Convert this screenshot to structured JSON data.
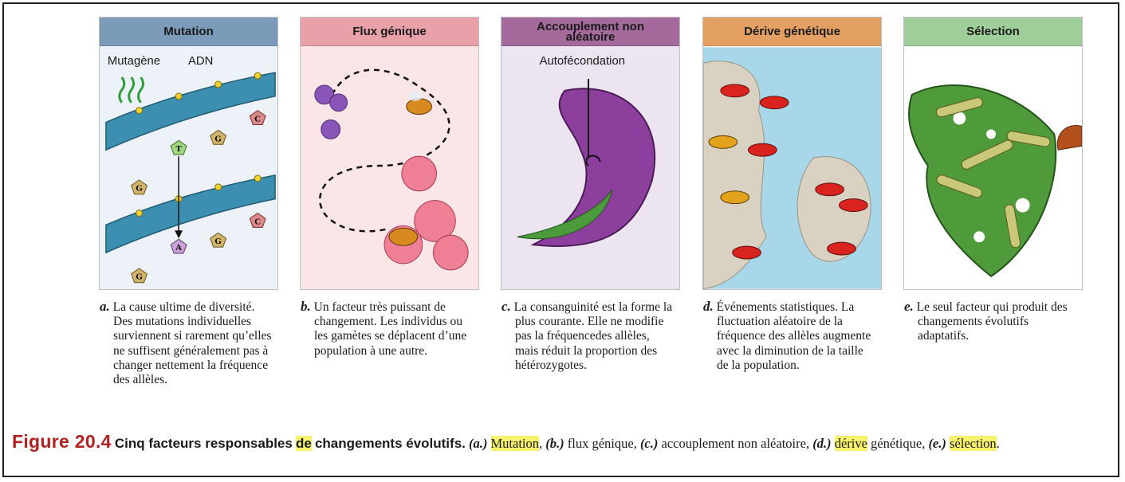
{
  "panels": [
    {
      "id": "a",
      "header": "Mutation",
      "header_color": "#7b9bb8",
      "bg": "#ecf2f8",
      "art_labels": {
        "mutagen": "Mutagène",
        "dna": "ADN"
      },
      "caption_letter": "a.",
      "caption": "La cause ultime de diversité. Des mutations individuelles surviennent si rarement qu’elles ne suffisent généralement pas à changer nettement la fréquence des allèles."
    },
    {
      "id": "b",
      "header": "Flux génique",
      "header_color": "#e8a1a8",
      "bg": "#fbe6e7",
      "caption_letter": "b.",
      "caption": "Un facteur très puissant de changement. Les individus ou les gamètes se déplacent d’une population à une autre."
    },
    {
      "id": "c",
      "header": "Accouplement non aléatoire",
      "header_color": "#a46a9b",
      "bg": "#ece4f0",
      "art_labels": {
        "selfing": "Autofécondation"
      },
      "caption_letter": "c.",
      "caption": "La consanguinité est la forme la plus courante. Elle ne modifie pas la fréquencedes allèles, mais réduit la proportion des hétérozygotes."
    },
    {
      "id": "d",
      "header": "Dérive génétique",
      "header_color": "#e4a062",
      "bg": "#ffffff",
      "caption_letter": "d.",
      "caption": "Événements statistiques. La fluctuation aléatoire de la fréquence des allèles augmente avec la diminution de la taille de la population."
    },
    {
      "id": "e",
      "header": "Sélection",
      "header_color": "#9fce9a",
      "bg": "#ffffff",
      "caption_letter": "e.",
      "caption": "Le seul facteur qui produit des changements évolutifs adaptatifs."
    }
  ],
  "dna_bases": {
    "top_row": [
      "G",
      "G",
      "C"
    ],
    "mutant": "T",
    "bottom_row": [
      "G",
      "A",
      "G",
      "C"
    ]
  },
  "figure": {
    "number": "Figure 20.4",
    "title_pre": "Cinq facteurs responsables",
    "title_hl": "de",
    "title_post": "changements évolutifs.",
    "items": [
      {
        "label": "(a.)",
        "text": "Mutation",
        "highlight": true,
        "sep": ","
      },
      {
        "label": "(b.)",
        "text": "flux génique",
        "highlight": false,
        "sep": ","
      },
      {
        "label": "(c.)",
        "text": "accouplement non aléatoire",
        "highlight": false,
        "sep": ","
      },
      {
        "label": "(d.)",
        "text": "dérive",
        "highlight": true,
        "sep": ""
      },
      {
        "label": "",
        "text": "génétique",
        "highlight": false,
        "sep": ","
      },
      {
        "label": "(e.)",
        "text": "sélection",
        "highlight": true,
        "sep": "."
      }
    ]
  }
}
